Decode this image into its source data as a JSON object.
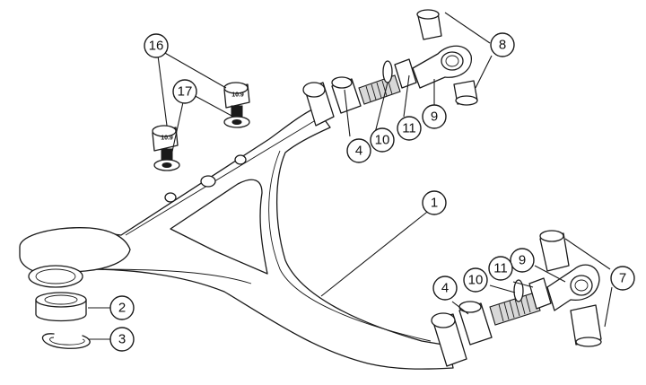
{
  "callouts": [
    {
      "id": "c1",
      "label": "1"
    },
    {
      "id": "c2",
      "label": "2"
    },
    {
      "id": "c3",
      "label": "3"
    },
    {
      "id": "c4a",
      "label": "4"
    },
    {
      "id": "c4b",
      "label": "4"
    },
    {
      "id": "c7",
      "label": "7"
    },
    {
      "id": "c8",
      "label": "8"
    },
    {
      "id": "c9a",
      "label": "9"
    },
    {
      "id": "c9b",
      "label": "9"
    },
    {
      "id": "c10a",
      "label": "10"
    },
    {
      "id": "c10b",
      "label": "10"
    },
    {
      "id": "c11a",
      "label": "11"
    },
    {
      "id": "c11b",
      "label": "11"
    },
    {
      "id": "c16",
      "label": "16"
    },
    {
      "id": "c17",
      "label": "17"
    }
  ],
  "bolt_markings": [
    "10.9",
    "10.9"
  ]
}
